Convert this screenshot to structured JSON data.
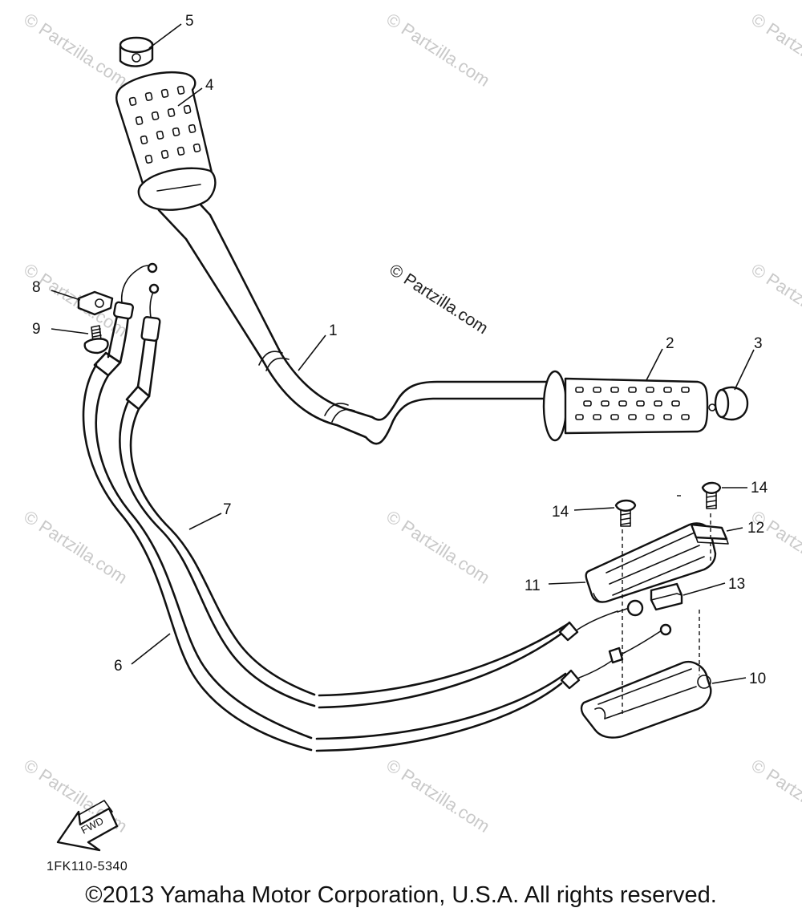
{
  "watermark": "© Partzilla.com",
  "fwd_label": "FWD",
  "diagram_code": "1FK110-5340",
  "copyright": "©2013 Yamaha Motor Corporation, U.S.A. All rights reserved.",
  "callouts": {
    "c1": "1",
    "c2": "2",
    "c3": "3",
    "c4": "4",
    "c5": "5",
    "c6": "6",
    "c7": "7",
    "c8": "8",
    "c9": "9",
    "c10": "10",
    "c11": "11",
    "c12": "12",
    "c13": "13",
    "c14a": "14",
    "c14b": "14"
  }
}
